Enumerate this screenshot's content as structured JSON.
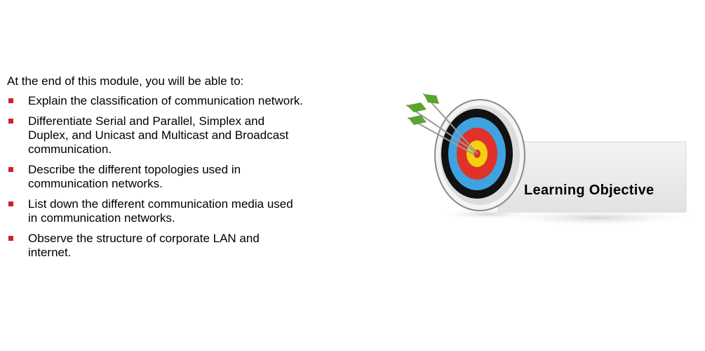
{
  "intro": "At the end of this module, you will be able to:",
  "bullets": [
    {
      "lines": [
        "Explain the classification of communication network."
      ]
    },
    {
      "lines": [
        "Differentiate Serial and Parallel,  Simplex and",
        "Duplex, and Unicast and Multicast and Broadcast",
        "communication."
      ]
    },
    {
      "lines": [
        "Describe the different topologies used in",
        "communication networks."
      ]
    },
    {
      "lines": [
        "List down the different communication media used",
        "in  communication networks."
      ]
    },
    {
      "lines": [
        "Observe the structure of corporate LAN and",
        "internet."
      ]
    }
  ],
  "banner": {
    "title": "Learning  Objective"
  },
  "colors": {
    "bullet": "#d51e2b",
    "target_outer": "#f4f4f4",
    "target_black": "#111111",
    "target_blue": "#3fa3e0",
    "target_red": "#e0322a",
    "target_yellow": "#f3d10f",
    "arrow": "#5aa531"
  },
  "icons": {
    "target": "bullseye-icon",
    "arrows": "arrow-icon"
  }
}
